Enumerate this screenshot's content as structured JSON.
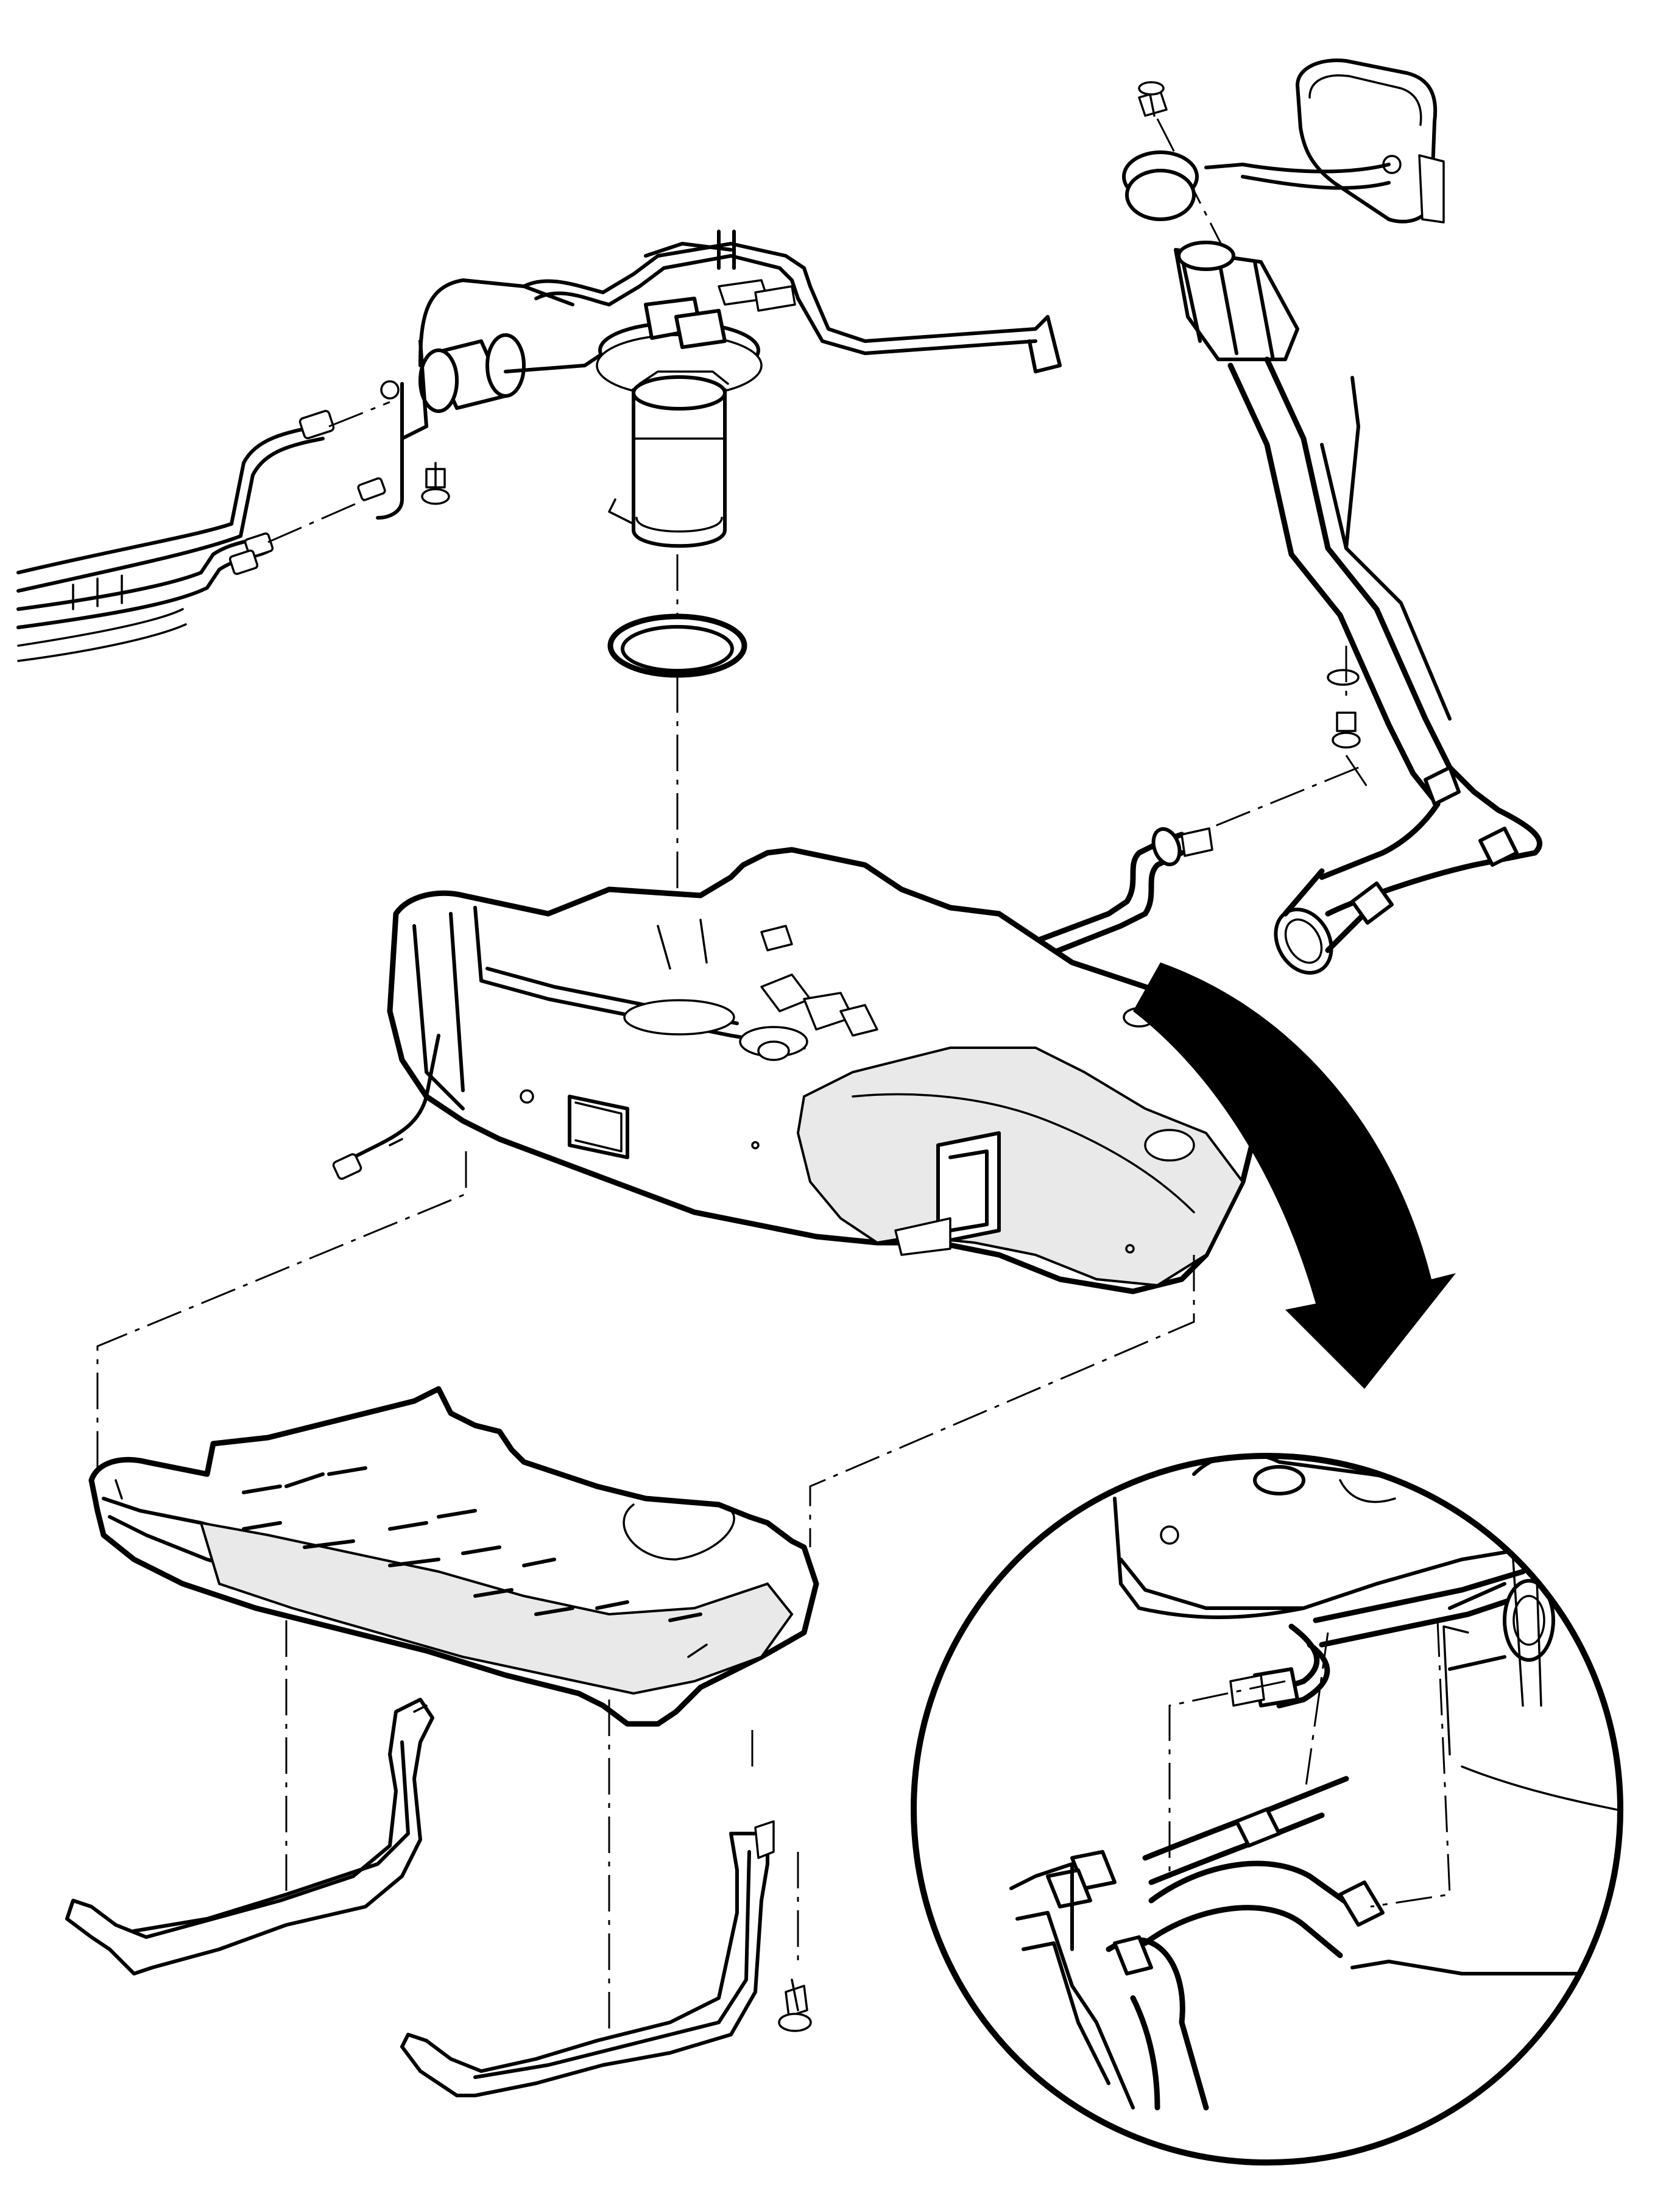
{
  "diagram": {
    "components": [
      {
        "id": "fuel-pump-module",
        "icon": "fuel-pump-module-icon"
      },
      {
        "id": "fuel-pump-seal-ring",
        "icon": "seal-ring-icon"
      },
      {
        "id": "fuel-filter",
        "icon": "fuel-filter-icon"
      },
      {
        "id": "fuel-feed-lines",
        "icon": "fuel-lines-icon"
      },
      {
        "id": "fuel-filler-pipe",
        "icon": "filler-pipe-icon"
      },
      {
        "id": "fuel-filler-door",
        "icon": "filler-door-icon"
      },
      {
        "id": "fuel-tank",
        "icon": "fuel-tank-icon"
      },
      {
        "id": "fuel-tank-shield",
        "icon": "tank-shield-icon"
      },
      {
        "id": "fuel-tank-strap-left",
        "icon": "tank-strap-icon"
      },
      {
        "id": "fuel-tank-strap-right",
        "icon": "tank-strap-icon"
      },
      {
        "id": "bolts",
        "icon": "bolt-icon"
      },
      {
        "id": "detail-view-hose-connections",
        "icon": "magnify-detail-icon"
      }
    ],
    "colors": {
      "line": "#000000",
      "background": "#ffffff",
      "shade": "#e9e9e9"
    }
  }
}
